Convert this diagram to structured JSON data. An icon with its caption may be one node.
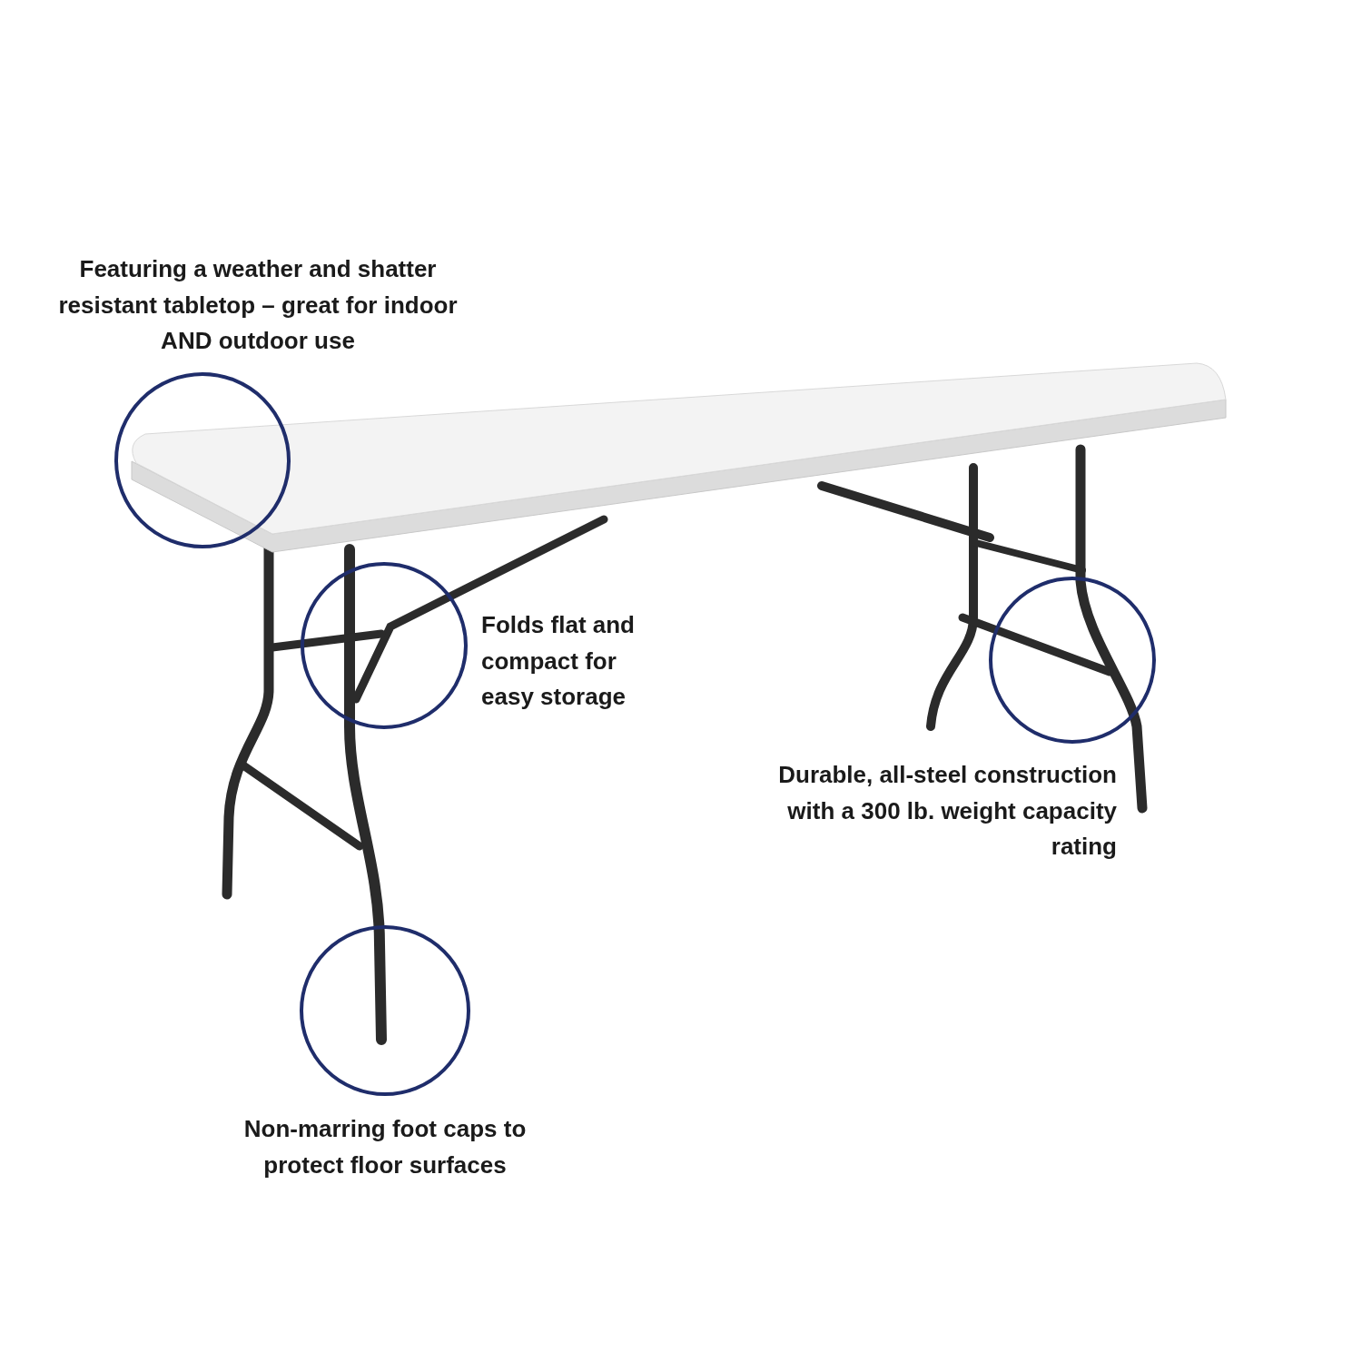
{
  "diagram": {
    "labels": [
      "Featuring a weather and shatter resistant tabletop – great for indoor AND outdoor use",
      "Folds flat and compact for easy storage",
      "Durable, all-steel construction with a 300 lb. weight capacity rating",
      "Non-marring foot caps to protect floor surfaces"
    ]
  }
}
